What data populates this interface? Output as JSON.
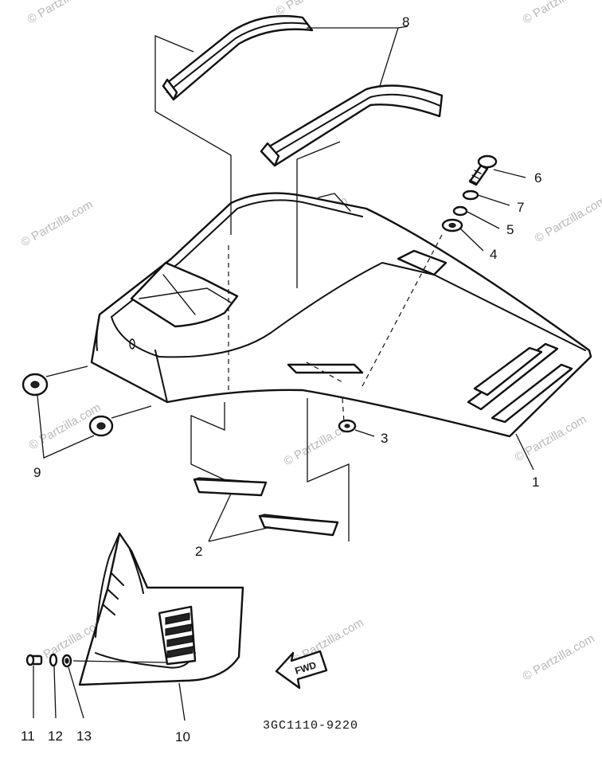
{
  "diagram_code": "3GC1110-9220",
  "fwd_label": "FWD",
  "watermark": "© Partzilla.com",
  "callouts": [
    "1",
    "2",
    "3",
    "4",
    "5",
    "6",
    "7",
    "8",
    "9",
    "10",
    "11",
    "12",
    "13"
  ]
}
